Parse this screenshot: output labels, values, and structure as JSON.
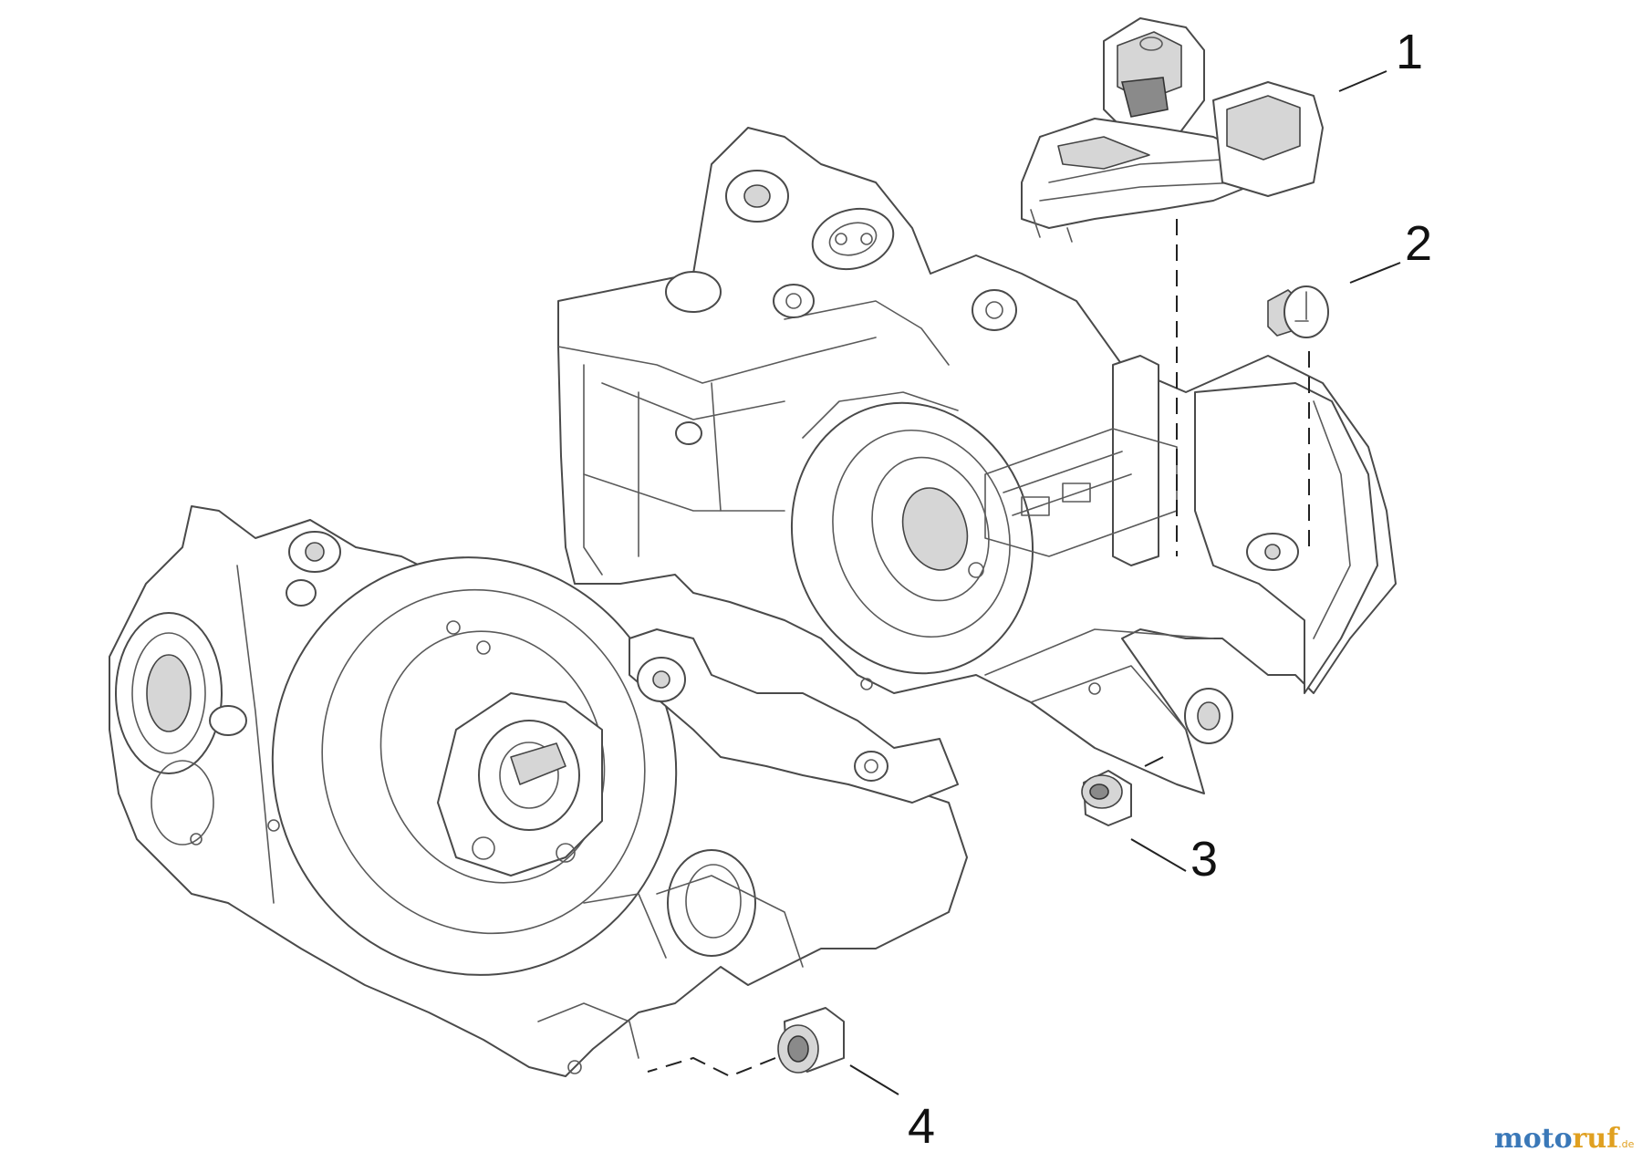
{
  "callouts": [
    {
      "id": "1",
      "label": "1"
    },
    {
      "id": "2",
      "label": "2"
    },
    {
      "id": "3",
      "label": "3"
    },
    {
      "id": "4",
      "label": "4"
    }
  ],
  "watermark": {
    "text_main": "motoruf",
    "text_suffix": ".de"
  },
  "colors": {
    "line": "#4a4a4a",
    "watermark_blue": "#3a78b8",
    "watermark_orange": "#e0a020"
  }
}
